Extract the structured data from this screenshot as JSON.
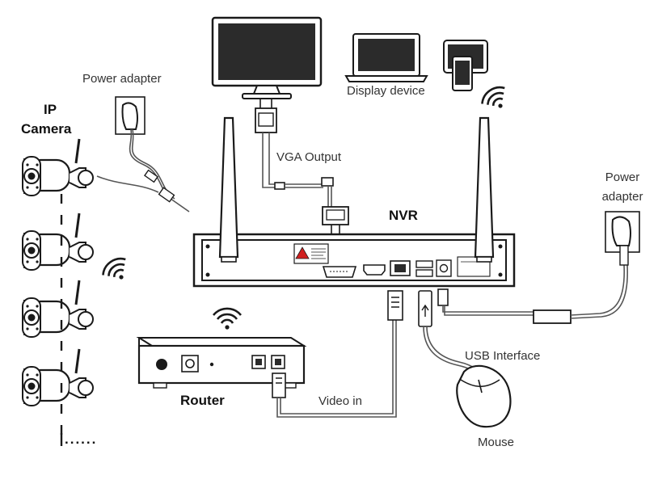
{
  "labels": {
    "ip_camera_line1": "IP",
    "ip_camera_line2": "Camera",
    "power_adapter_left": "Power adapter",
    "display_device": "Display device",
    "vga_output": "VGA Output",
    "nvr": "NVR",
    "power_adapter_right_line1": "Power",
    "power_adapter_right_line2": "adapter",
    "router": "Router",
    "video_in": "Video in",
    "usb_interface": "USB Interface",
    "mouse": "Mouse",
    "more_cameras": "......"
  },
  "colors": {
    "stroke": "#1a1a1a",
    "screen": "#2b2b2b",
    "cable": "#555555",
    "warning": "#d02020"
  }
}
